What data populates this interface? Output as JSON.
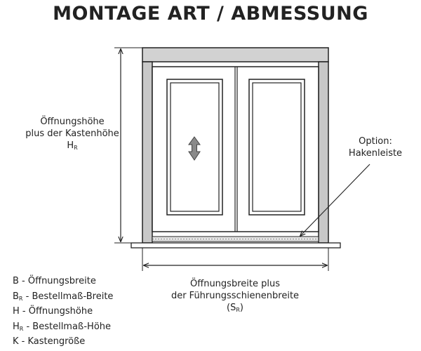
{
  "title": "MONTAGE ART / ABMESSUNG",
  "height_label": {
    "line1": "Öffnungshöhe",
    "line2": "plus der Kastenhöhe",
    "symbol": "H",
    "sub": "R"
  },
  "option_label": {
    "line1": "Option:",
    "line2": "Hakenleiste"
  },
  "width_label": {
    "line1": "Öffnungsbreite plus",
    "line2": "der Führungsschienenbreite",
    "open": "(S",
    "sub": "R",
    "close": ")"
  },
  "legend": [
    {
      "symbol": "B",
      "sub": "",
      "text": " - Öffnungsbreite"
    },
    {
      "symbol": "B",
      "sub": "R",
      "text": " - Bestellmaß-Breite"
    },
    {
      "symbol": "H",
      "sub": "",
      "text": " -  Öffnungshöhe"
    },
    {
      "symbol": "H",
      "sub": "R",
      "text": " - Bestellmaß-Höhe"
    },
    {
      "symbol": "K",
      "sub": "",
      "text": " - Kastengröße"
    }
  ],
  "colors": {
    "line": "#222222",
    "frame_fill": "#c8c8c8",
    "box_fill": "#d2d2d2",
    "arrow_fill": "#8a8a8a"
  }
}
